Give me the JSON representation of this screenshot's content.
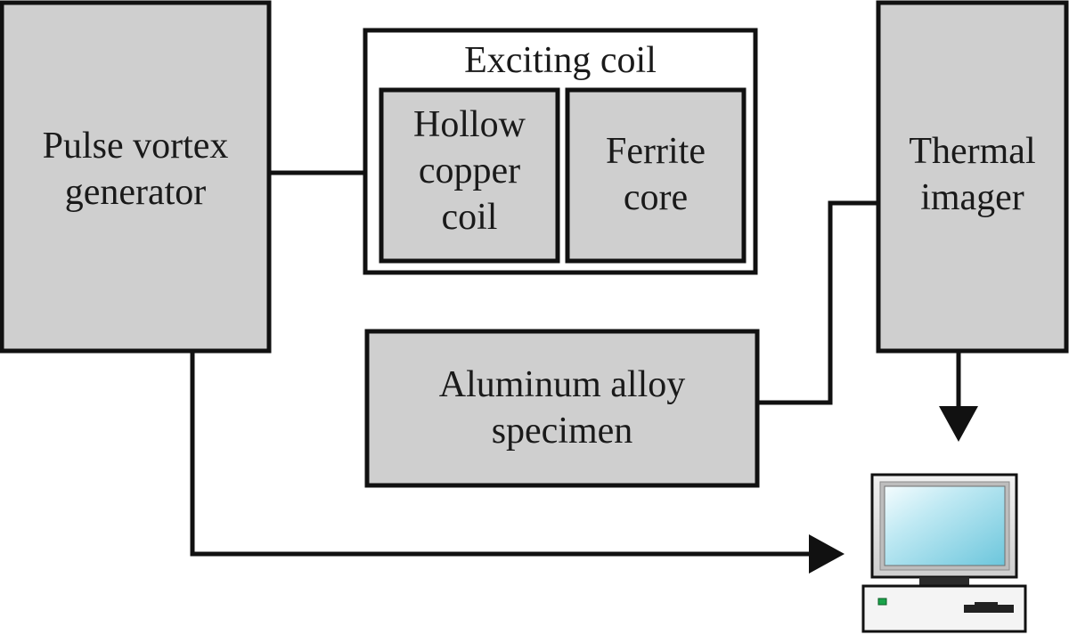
{
  "blocks": {
    "pulse_generator": {
      "line1": "Pulse vortex",
      "line2": "generator"
    },
    "exciting_coil": {
      "title": "Exciting coil"
    },
    "hollow_copper_coil": {
      "line1": "Hollow",
      "line2": "copper",
      "line3": "coil"
    },
    "ferrite_core": {
      "line1": "Ferrite",
      "line2": "core"
    },
    "thermal_imager": {
      "line1": "Thermal",
      "line2": "imager"
    },
    "aluminum_specimen": {
      "line1": "Aluminum alloy",
      "line2": "specimen"
    }
  },
  "icons": {
    "computer": "computer-icon"
  },
  "colors": {
    "block_fill": "#cfcfcf",
    "stroke": "#111111",
    "screen_light": "#e8f7fb",
    "screen_dark": "#8fd3e3"
  }
}
